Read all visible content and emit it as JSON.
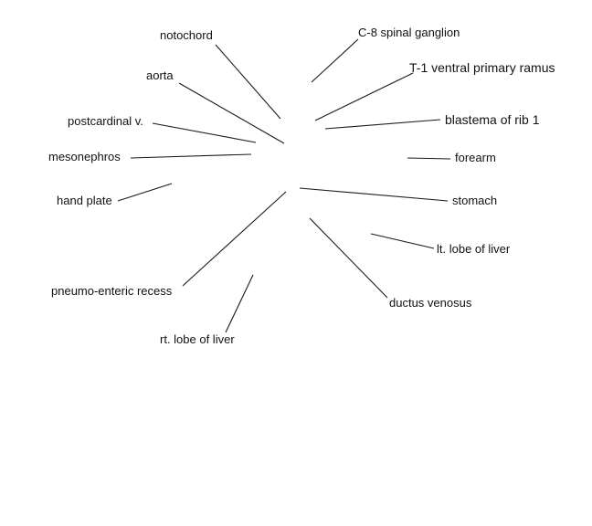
{
  "labels": {
    "notochord": "notochord",
    "aorta": "aorta",
    "postcardinal": "postcardinal v.",
    "mesonephros": "mesonephros",
    "hand_plate": "hand plate",
    "pneumo_enteric": "pneumo-enteric recess",
    "rt_liver": "rt. lobe of liver",
    "c8_ganglion": "C-8 spinal ganglion",
    "t1_ramus": "T-1 ventral primary ramus",
    "blastema_rib": "blastema of rib 1",
    "forearm": "forearm",
    "stomach": "stomach",
    "lt_liver": "lt. lobe of liver",
    "ductus_venosus": "ductus venosus"
  }
}
